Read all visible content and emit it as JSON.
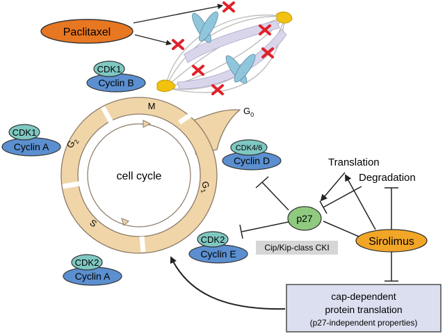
{
  "drug_paclitaxel": "Paclitaxel",
  "drug_sirolimus": "Sirolimus",
  "cycle_center": "cell cycle",
  "phases": {
    "m": "M",
    "g0": "G",
    "g0_sub": "0",
    "g2": "G",
    "g2_sub": "2",
    "g1": "G",
    "g1_sub": "1",
    "s": "S"
  },
  "complexes": {
    "cdk1_b": {
      "kinase": "CDK1",
      "cyclin": "Cyclin B"
    },
    "cdk1_a": {
      "kinase": "CDK1",
      "cyclin": "Cyclin A"
    },
    "cdk46_d": {
      "kinase": "CDK4/6",
      "cyclin": "Cyclin D"
    },
    "cdk2_e": {
      "kinase": "CDK2",
      "cyclin": "Cyclin E"
    },
    "cdk2_a": {
      "kinase": "CDK2",
      "cyclin": "Cyclin A"
    }
  },
  "p27": "p27",
  "cki_label": "Cip/Kip-class CKI",
  "translation": "Translation",
  "degradation": "Degradation",
  "box": {
    "line1": "cap-dependent",
    "line2": "protein translation",
    "line3": "(p27-independent properties)"
  },
  "colors": {
    "cyclin": "#5b8fd0",
    "cdk": "#7fc8c2",
    "ring": "#f0d5a9",
    "paclitaxel": "#e87722",
    "sirolimus": "#f2a627",
    "p27": "#8fca7f",
    "spindle": "#f1c20f",
    "mark": "#e0212a"
  }
}
